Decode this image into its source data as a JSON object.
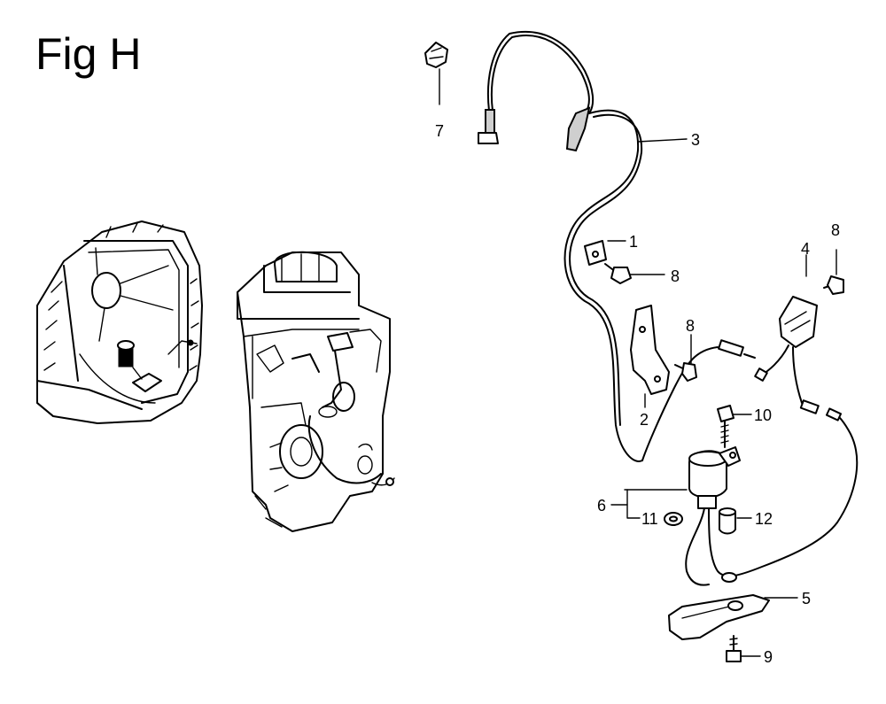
{
  "figure": {
    "title": "Fig H"
  },
  "callouts": [
    {
      "id": "1",
      "label": "1"
    },
    {
      "id": "2",
      "label": "2"
    },
    {
      "id": "3",
      "label": "3"
    },
    {
      "id": "4",
      "label": "4"
    },
    {
      "id": "5",
      "label": "5"
    },
    {
      "id": "6",
      "label": "6"
    },
    {
      "id": "7",
      "label": "7"
    },
    {
      "id": "8a",
      "label": "8"
    },
    {
      "id": "8b",
      "label": "8"
    },
    {
      "id": "8c",
      "label": "8"
    },
    {
      "id": "9",
      "label": "9"
    },
    {
      "id": "10",
      "label": "10"
    },
    {
      "id": "11",
      "label": "11"
    },
    {
      "id": "12",
      "label": "12"
    }
  ]
}
